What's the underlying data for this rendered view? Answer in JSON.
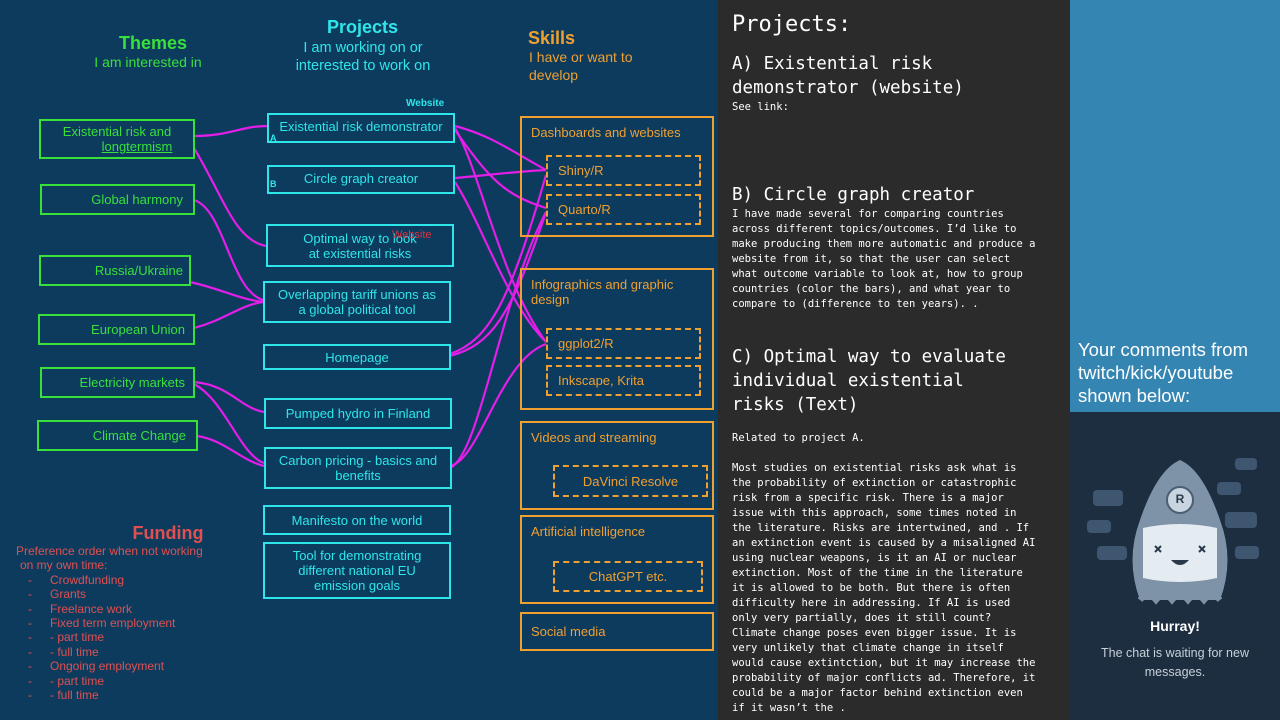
{
  "diagram": {
    "themes_header": {
      "title": "Themes",
      "subtitle": "I am interested in"
    },
    "projects_header": {
      "title": "Projects",
      "subtitle_line1": "I am working on or",
      "subtitle_line2": "interested to work on"
    },
    "skills_header": {
      "title": "Skills",
      "subtitle_line1": "I have or want to",
      "subtitle_line2": "develop"
    },
    "themes": [
      {
        "line1": "Existential  risk and",
        "line2": "longtermism"
      },
      {
        "line1": "Global harmony"
      },
      {
        "line1": "Russia/Ukraine"
      },
      {
        "line1": "European Union"
      },
      {
        "line1": "Electricity markets"
      },
      {
        "line1": "Climate Change"
      }
    ],
    "projects": [
      {
        "line1": "Existential risk demonstrator"
      },
      {
        "line1": "Circle graph creator"
      },
      {
        "line1": "Optimal way to look",
        "line2": "at existential risks"
      },
      {
        "line1": "Overlapping tariff unions as",
        "line2": "a global political tool"
      },
      {
        "line1": "Homepage"
      },
      {
        "line1": "Pumped hydro in Finland"
      },
      {
        "line1": "Carbon pricing - basics and",
        "line2": "benefits"
      },
      {
        "line1": "Manifesto on the world"
      },
      {
        "line1": "Tool for demonstrating",
        "line2": "different national EU",
        "line3": "emission goals"
      }
    ],
    "project_annotations": {
      "website_label": "Website",
      "overlay_label": "Website",
      "letter_a": "A",
      "letter_b": "B"
    },
    "skills": [
      {
        "line1": "Dashboards and websites"
      },
      {
        "line1": "Infographics and graphic",
        "line2": "design"
      },
      {
        "line1": "Videos and streaming"
      },
      {
        "line1": "Artificial intelligence"
      },
      {
        "line1": "Social media"
      }
    ],
    "tools": [
      "Shiny/R",
      "Quarto/R",
      "ggplot2/R",
      "Inkscape, Krita",
      "DaVinci Resolve",
      "ChatGPT etc."
    ],
    "funding": {
      "title": "Funding",
      "intro_line1": "Preference order when not working",
      "intro_line2": "on my own time:",
      "items": [
        "Crowdfunding",
        "Grants",
        "Freelance work",
        "Fixed term employment",
        "- part time",
        "- full time",
        "Ongoing employment",
        "- part time",
        "- full time"
      ],
      "bullet": "-"
    },
    "colors": {
      "background": "#0d3b5e",
      "theme": "#38e03a",
      "project": "#2ee6ea",
      "skill": "#f0a030",
      "connector": "#e21ee8",
      "funding": "#e05050"
    }
  },
  "notes": {
    "heading": "Projects:",
    "sections": [
      {
        "title_line1": "A) Existential risk",
        "title_line2": "demonstrator (website)",
        "body": "See link:"
      },
      {
        "title_line1": "B) Circle graph creator",
        "body": "I have made several for comparing countries\nacross different topics/outcomes. I’d like to\nmake producing them more automatic and produce a\nwebsite from it, so that the user can select\nwhat outcome variable to look at, how to group\ncountries (color the bars), and what year to\ncompare to (difference to ten years). ."
      },
      {
        "title_line1": "C) Optimal way to evaluate",
        "title_line2": "individual existential",
        "title_line3": "risks (Text)",
        "body": "Related to project A.\n\nMost studies on existential risks ask what is\nthe probability of extinction or catastrophic\nrisk from a specific risk. There is a major\nissue with this approach, some times noted in\nthe literature. Risks are intertwined, and . If\nan extinction event is caused by a misaligned AI\nusing nuclear weapons, is it an AI or nuclear\nextinction. Most of the time in the literature\nit is allowed to be both. But there is often\ndifficulty here in addressing. If AI is used\nonly very partially, does it still count?\nClimate change poses even bigger issue. It is\nvery unlikely that climate change in itself\nwould cause extintction, but it may increase the\nprobability of major conflicts ad. Therefore, it\ncould be a major factor behind extinction even\nif it wasn’t the ."
      }
    ]
  },
  "chat": {
    "title": "Your comments from twitch/kick/youtube shown below:",
    "empty_title": "Hurray!",
    "empty_text": "The chat is waiting for new messages.",
    "mascot_badge": "R",
    "colors": {
      "header": "#3585b3",
      "panel": "#1c2e40"
    }
  }
}
